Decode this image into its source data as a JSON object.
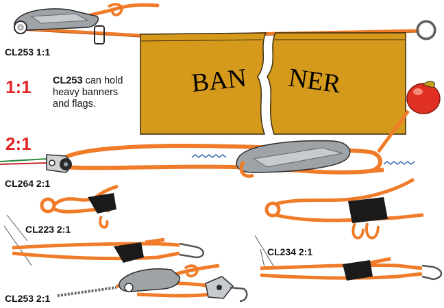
{
  "colors": {
    "rope": "#f07c2a",
    "rope_edge": "#b8541a",
    "banner": "#d59a1b",
    "cleat": "#9ea3a8",
    "cleat_dark": "#5e6368",
    "block_black": "#1a1a1a",
    "ratio_red": "#e22426",
    "ball_red": "#e03023"
  },
  "labels": {
    "cl253_top": "CL253  1:1",
    "ratio_1_1": "1:1",
    "desc_model": "CL253",
    "desc_rest_line1": " can hold",
    "desc_line2": "heavy banners",
    "desc_line3": "and flags.",
    "ratio_2_1": "2:1",
    "cl264": "CL264  2:1",
    "cl223": "CL223  2:1",
    "cl234": "CL234  2:1",
    "cl253_bottom": "CL253  2:1"
  },
  "banner": {
    "left_word": "BAN",
    "right_word": "NER"
  },
  "icons": [
    "cleat-icon",
    "shackle-icon",
    "ring-icon",
    "stopper-ball-icon",
    "block-icon",
    "pulley-icon",
    "cam-cleat-icon",
    "hook-icon",
    "shock-cord-icon"
  ]
}
